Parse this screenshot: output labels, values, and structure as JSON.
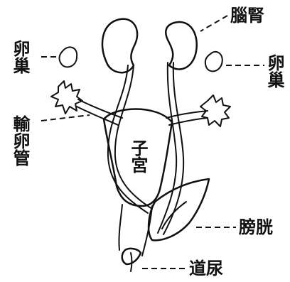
{
  "labels": {
    "kidney": "腦腎",
    "ovary_left": "卵巢",
    "ovary_right": "卵巢",
    "oviduct": "輸卵管",
    "uterus": "子宮",
    "bladder": "膀胱",
    "urethra": "道尿"
  }
}
